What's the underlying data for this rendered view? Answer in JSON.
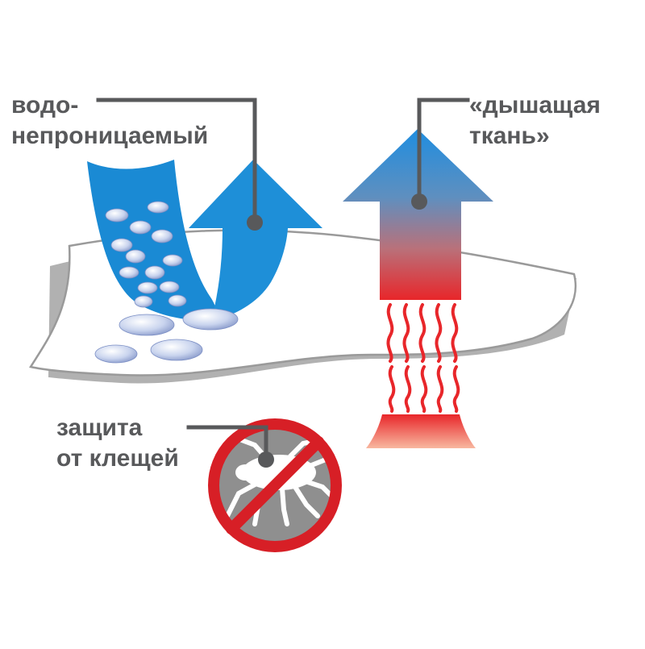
{
  "labels": {
    "waterproof": {
      "line1": "водо-",
      "line2": "непроницаемый"
    },
    "breathable": {
      "line1": "«дышащая",
      "line2": "ткань»"
    },
    "mites": {
      "line1": "защита",
      "line2": "от клещей"
    }
  },
  "icons": {
    "waterproof": "water-repel-arrow-icon",
    "breathable": "breathable-arrow-icon",
    "mites": "no-mites-icon"
  },
  "colors": {
    "text": "#58595b",
    "leader": "#58595b",
    "water_blue": "#1a8ad4",
    "arrow_blue": "#1e8fd8",
    "heat_red": "#e8262a",
    "heat_orange": "#f39b7b",
    "fabric_shadow": "#b1b1b1",
    "fabric_outline": "#9a9a9a",
    "prohibit_red": "#d71f26",
    "mite_grey": "#8f8f8f",
    "droplet": "#c5d1ec"
  }
}
